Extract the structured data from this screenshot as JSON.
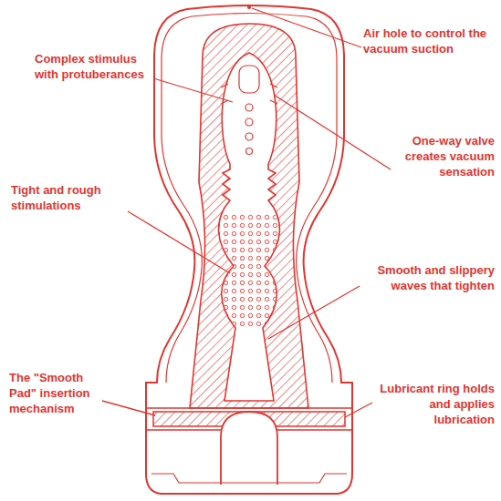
{
  "diagram": {
    "labels": [
      "Air hole to control the vacuum suction",
      "Complex stimulus with protuberances",
      "One-way valve creates vacuum sensation",
      "Tight and rough stimulations",
      "Smooth and slippery waves that tighten",
      "The \"Smooth Pad\" insertion mechanism",
      "Lubricant ring holds and applies lubrication"
    ]
  }
}
